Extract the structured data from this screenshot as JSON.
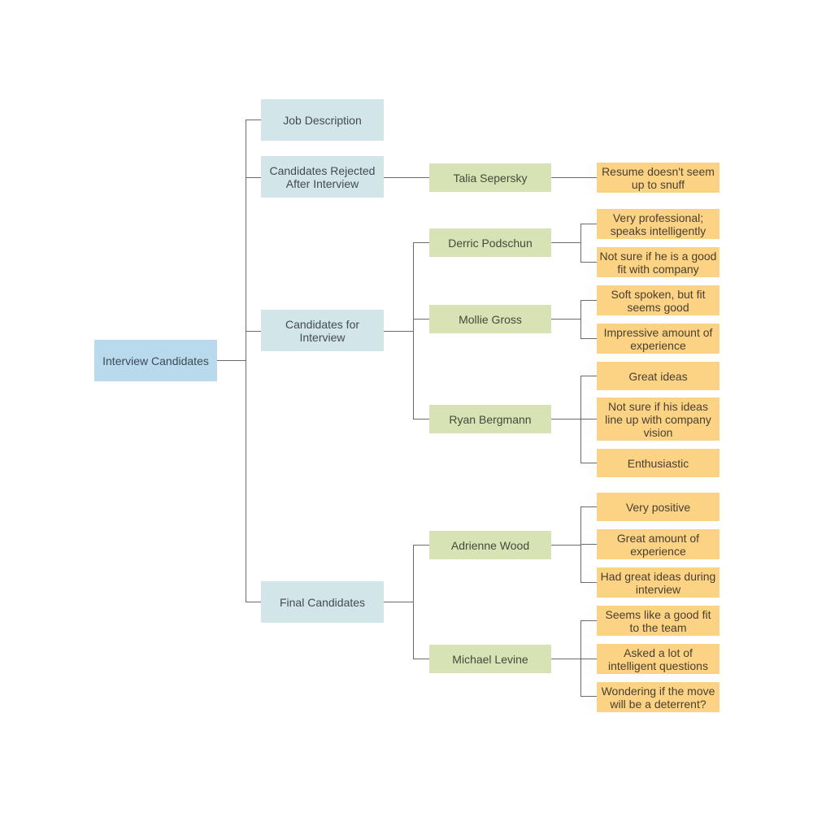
{
  "root": {
    "label": "Interview Candidates"
  },
  "categories": [
    {
      "label": "Job Description"
    },
    {
      "label": "Candidates Rejected After Interview"
    },
    {
      "label": "Candidates for Interview"
    },
    {
      "label": "Final Candidates"
    }
  ],
  "candidates": [
    {
      "name": "Talia Sepersky",
      "notes": [
        "Resume doesn't seem up to snuff"
      ]
    },
    {
      "name": "Derric Podschun",
      "notes": [
        "Very professional; speaks intelligently",
        "Not sure if he is a good fit with company"
      ]
    },
    {
      "name": "Mollie Gross",
      "notes": [
        "Soft spoken, but fit seems good",
        "Impressive amount of experience"
      ]
    },
    {
      "name": "Ryan Bergmann",
      "notes": [
        "Great ideas",
        "Not sure if his ideas line up with company vision",
        "Enthusiastic"
      ]
    },
    {
      "name": "Adrienne Wood",
      "notes": [
        "Very positive",
        "Great amount of experience",
        "Had great ideas during interview"
      ]
    },
    {
      "name": "Michael Levine",
      "notes": [
        "Seems like a good fit to the team",
        "Asked a lot of intelligent questions",
        "Wondering if the move will be a deterrent?"
      ]
    }
  ],
  "colors": {
    "root_fill": "#b9d9ec",
    "category_fill": "#d2e6e9",
    "candidate_fill": "#d7e3b4",
    "note_fill": "#fcd385",
    "connector": "#6b6b6b"
  }
}
